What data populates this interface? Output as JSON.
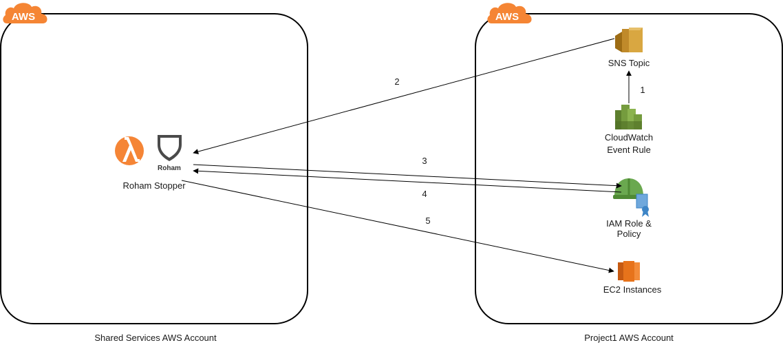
{
  "colors": {
    "aws_orange": "#f58536",
    "cloud_badge": "#f58534",
    "sns_gold": "#d9a741",
    "cloudwatch_green": "#759c3e",
    "iam_green": "#6aa84f",
    "iam_blue": "#3d85c6",
    "ec2_orange": "#e7731b",
    "line": "#000000"
  },
  "accounts": [
    {
      "badge": "AWS",
      "caption": "Shared Services AWS Account"
    },
    {
      "badge": "AWS",
      "caption": "Project1 AWS Account"
    }
  ],
  "nodes": {
    "roham": {
      "icon_text": "Roham",
      "label": "Roham Stopper",
      "icons": [
        "lambda-icon",
        "shield-icon"
      ]
    },
    "sns": {
      "label": "SNS Topic",
      "icon": "sns-icon"
    },
    "cloudwatch": {
      "label_line1": "CloudWatch",
      "label_line2": "Event Rule",
      "icon": "cloudwatch-icon"
    },
    "iam": {
      "label_line1": "IAM Role &",
      "label_line2": "Policy",
      "icon": "iam-icon"
    },
    "ec2": {
      "label": "EC2 Instances",
      "icon": "ec2-icon"
    }
  },
  "edges": [
    {
      "id": "1",
      "label": "1",
      "from": "cloudwatch",
      "to": "sns"
    },
    {
      "id": "2",
      "label": "2",
      "from": "sns",
      "to": "roham"
    },
    {
      "id": "3",
      "label": "3",
      "from": "roham",
      "to": "iam"
    },
    {
      "id": "4",
      "label": "4",
      "from": "iam",
      "to": "roham"
    },
    {
      "id": "5",
      "label": "5",
      "from": "roham",
      "to": "ec2"
    }
  ]
}
